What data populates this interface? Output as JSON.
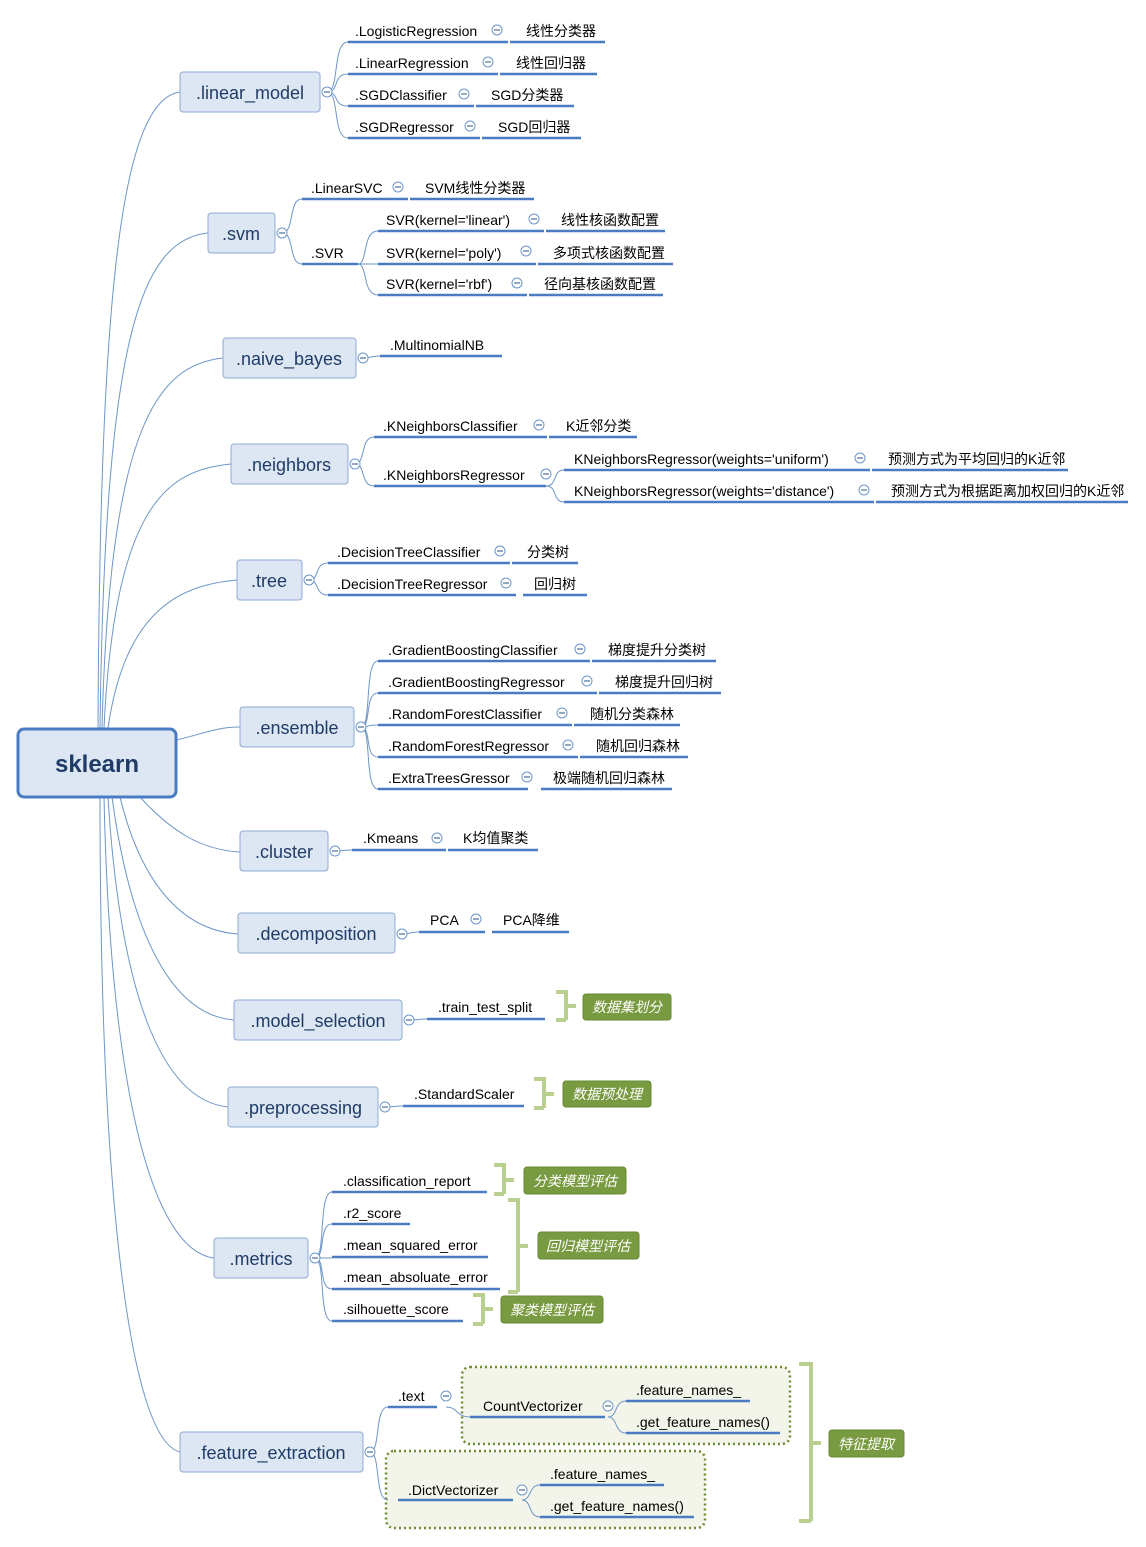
{
  "root": "sklearn",
  "modules": {
    "linear_model": {
      "label": ".linear_model",
      "items": [
        {
          "name": ".LogisticRegression",
          "desc": "线性分类器"
        },
        {
          "name": ".LinearRegression",
          "desc": "线性回归器"
        },
        {
          "name": ".SGDClassifier",
          "desc": "SGD分类器"
        },
        {
          "name": ".SGDRegressor",
          "desc": "SGD回归器"
        }
      ]
    },
    "svm": {
      "label": ".svm",
      "linear_svc": {
        "name": ".LinearSVC",
        "desc": "SVM线性分类器"
      },
      "svr": {
        "name": ".SVR",
        "kernels": [
          {
            "name": "SVR(kernel='linear')",
            "desc": "线性核函数配置"
          },
          {
            "name": "SVR(kernel='poly')",
            "desc": "多项式核函数配置"
          },
          {
            "name": "SVR(kernel='rbf')",
            "desc": "径向基核函数配置"
          }
        ]
      }
    },
    "naive_bayes": {
      "label": ".naive_bayes",
      "items": [
        {
          "name": ".MultinomialNB"
        }
      ]
    },
    "neighbors": {
      "label": ".neighbors",
      "classifier": {
        "name": ".KNeighborsClassifier",
        "desc": "K近邻分类"
      },
      "regressor": {
        "name": ".KNeighborsRegressor",
        "weights": [
          {
            "name": "KNeighborsRegressor(weights='uniform')",
            "desc": "预测方式为平均回归的K近邻"
          },
          {
            "name": "KNeighborsRegressor(weights='distance')",
            "desc": "预测方式为根据距离加权回归的K近邻"
          }
        ]
      }
    },
    "tree": {
      "label": ".tree",
      "items": [
        {
          "name": ".DecisionTreeClassifier",
          "desc": "分类树"
        },
        {
          "name": ".DecisionTreeRegressor",
          "desc": "回归树"
        }
      ]
    },
    "ensemble": {
      "label": ".ensemble",
      "items": [
        {
          "name": ".GradientBoostingClassifier",
          "desc": "梯度提升分类树"
        },
        {
          "name": ".GradientBoostingRegressor",
          "desc": "梯度提升回归树"
        },
        {
          "name": ".RandomForestClassifier",
          "desc": "随机分类森林"
        },
        {
          "name": ".RandomForestRegressor",
          "desc": "随机回归森林"
        },
        {
          "name": ".ExtraTreesGressor",
          "desc": "极端随机回归森林"
        }
      ]
    },
    "cluster": {
      "label": ".cluster",
      "items": [
        {
          "name": ".Kmeans",
          "desc": "K均值聚类"
        }
      ]
    },
    "decomposition": {
      "label": ".decomposition",
      "items": [
        {
          "name": "PCA",
          "desc": "PCA降维"
        }
      ]
    },
    "model_selection": {
      "label": ".model_selection",
      "items": [
        {
          "name": ".train_test_split"
        }
      ],
      "tag": "数据集划分"
    },
    "preprocessing": {
      "label": ".preprocessing",
      "items": [
        {
          "name": ".StandardScaler"
        }
      ],
      "tag": "数据预处理"
    },
    "metrics": {
      "label": ".metrics",
      "items": [
        {
          "name": ".classification_report"
        },
        {
          "name": ".r2_score"
        },
        {
          "name": ".mean_squared_error"
        },
        {
          "name": ".mean_absoluate_error"
        },
        {
          "name": ".silhouette_score"
        }
      ],
      "tags": {
        "classification": "分类模型评估",
        "regression": "回归模型评估",
        "clustering": "聚类模型评估"
      }
    },
    "feature_extraction": {
      "label": ".feature_extraction",
      "text": ".text",
      "count_vectorizer": {
        "name": "CountVectorizer",
        "items": [
          ".feature_names_",
          ".get_feature_names()"
        ]
      },
      "dict_vectorizer": {
        "name": ".DictVectorizer",
        "items": [
          ".feature_names_",
          ".get_feature_names()"
        ]
      },
      "tag": "特征提取"
    }
  },
  "colors": {
    "node_fill": "#dde6f3",
    "node_border": "#4a7cc4",
    "connector": "#6e96c8",
    "tag_fill": "#789a40",
    "bracket": "#b9d08e"
  }
}
